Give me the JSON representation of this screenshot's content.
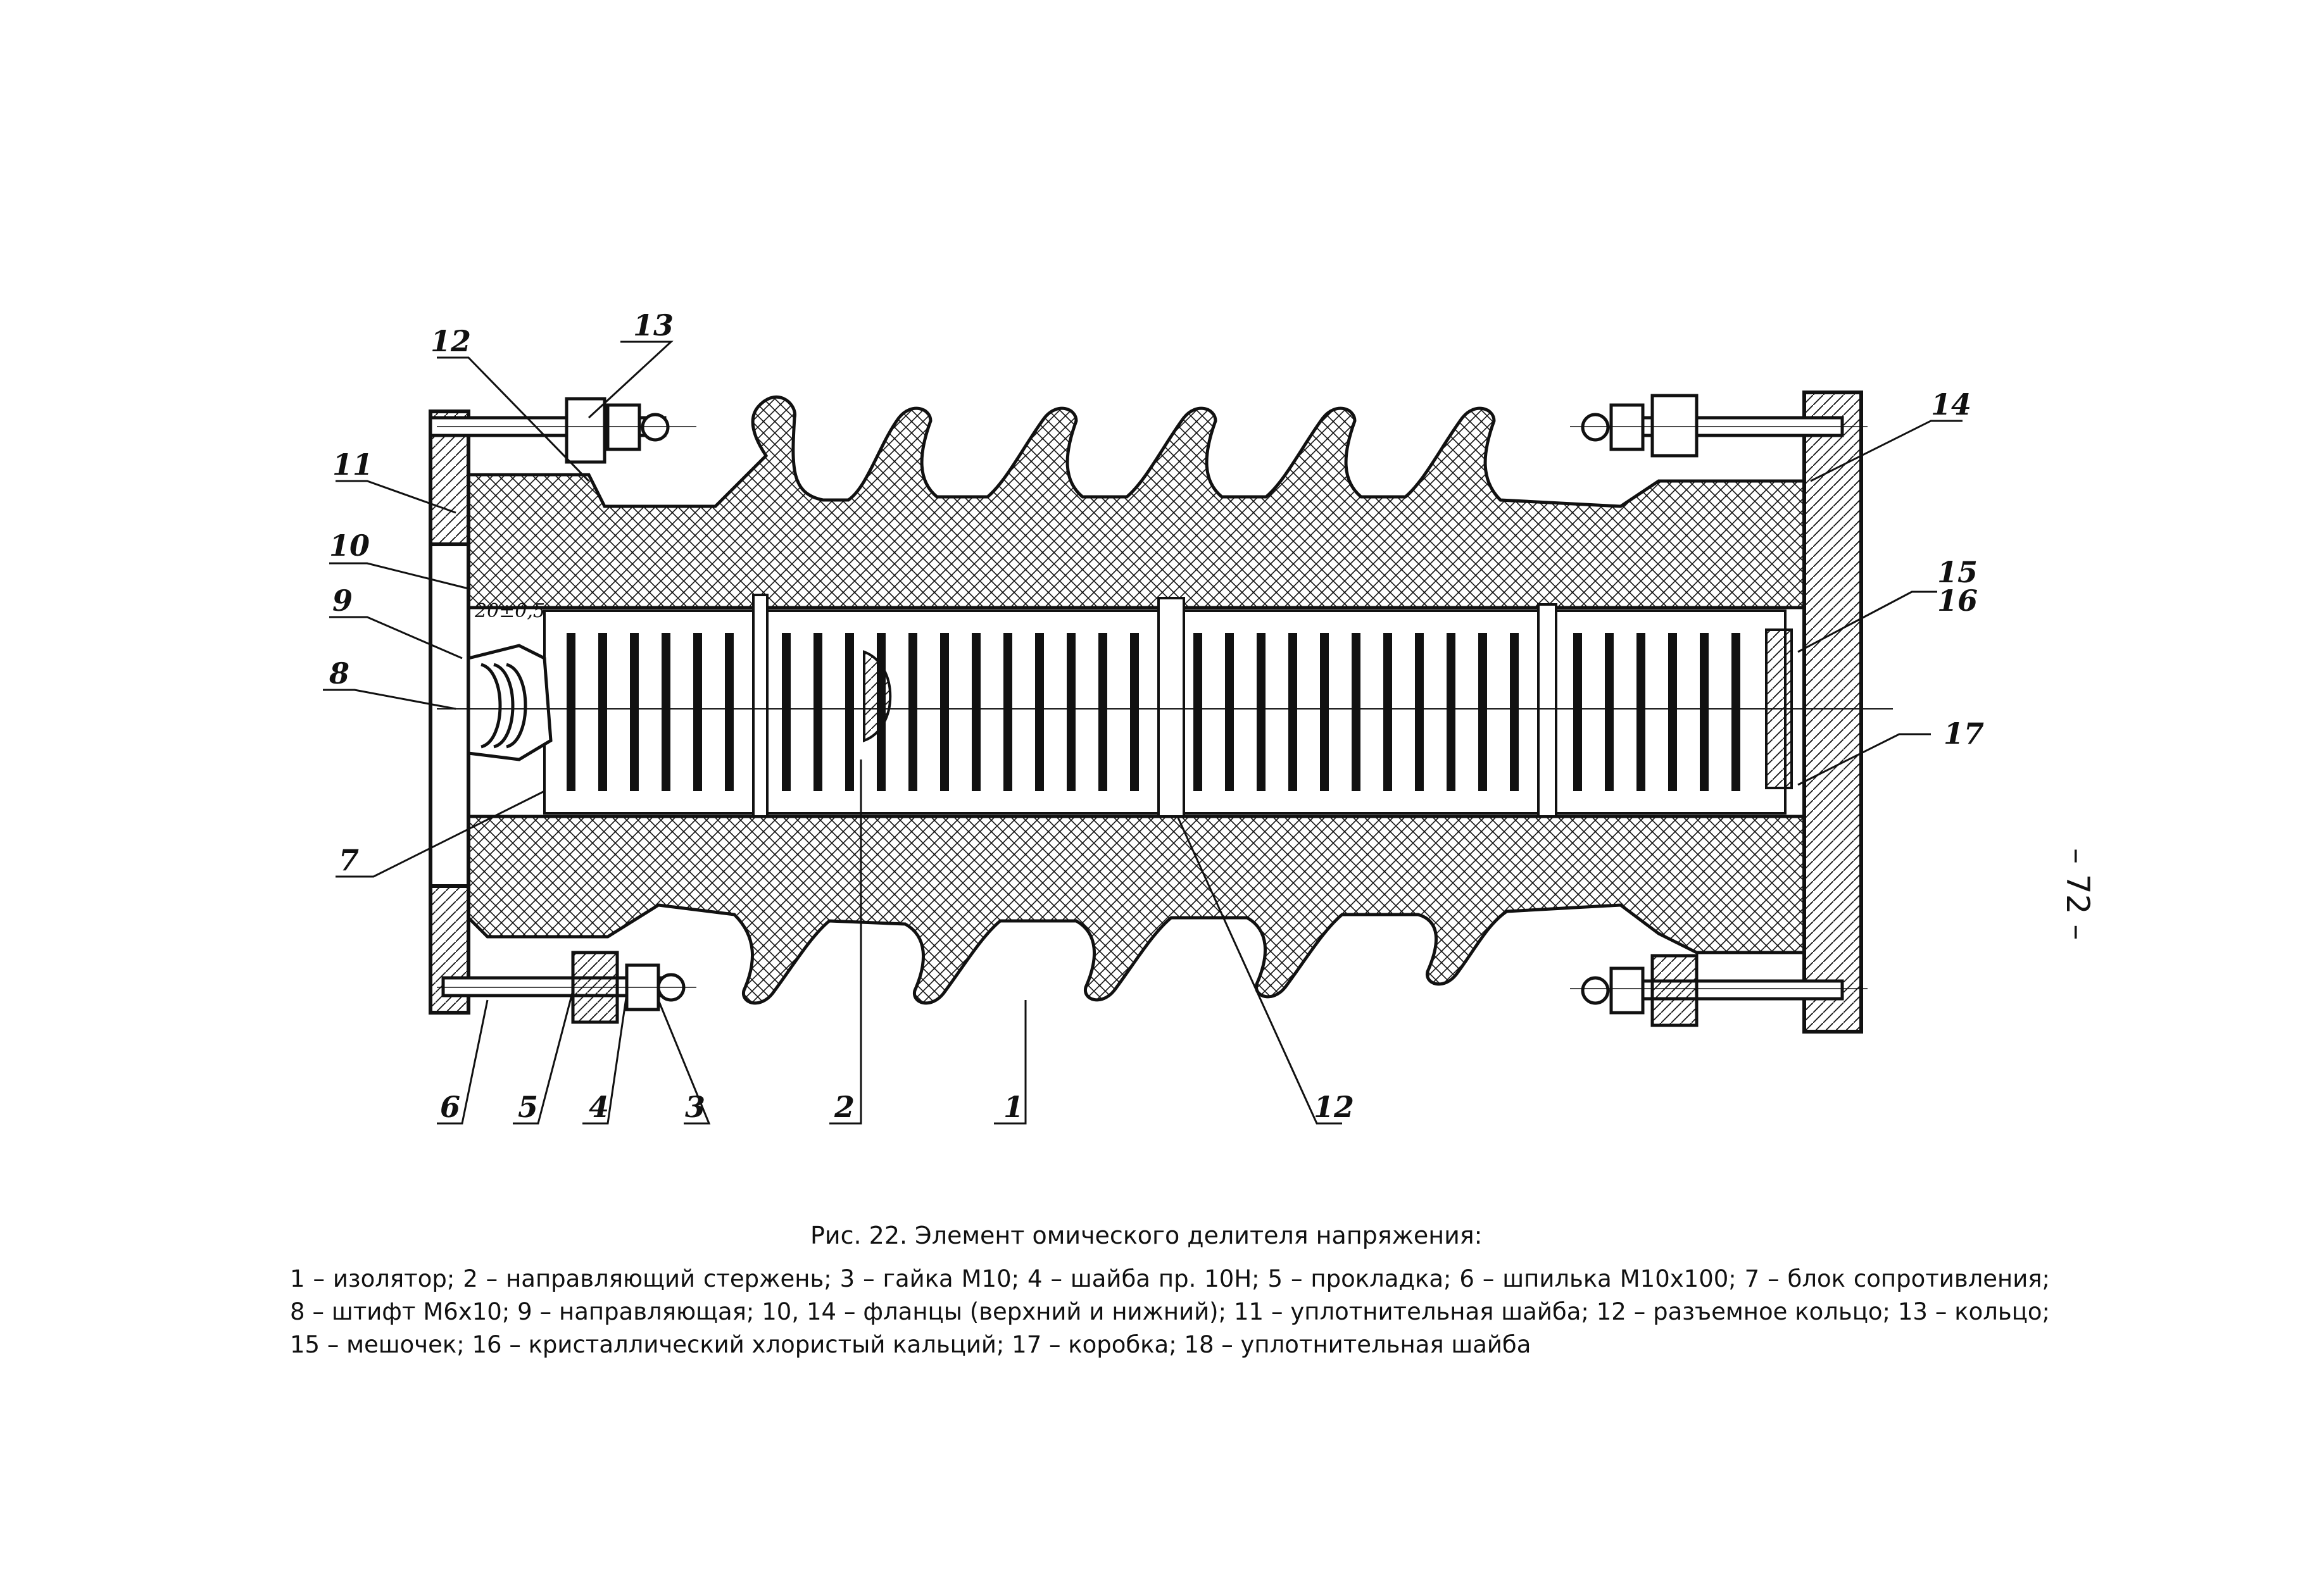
{
  "figure": {
    "caption": "Рис. 22. Элемент омического делителя напряжения:",
    "legend": "1 – изолятор; 2 – направляющий стержень; 3 – гайка М10; 4 – шайба пр. 10Н; 5 – прокладка; 6 – шпилька М10x100; 7 – блок сопротивления; 8 – штифт М6x10; 9 – направляющая; 10, 14 – фланцы (верхний и нижний); 11 – уплотнительная шайба; 12 – разъемное кольцо; 13 – кольцо; 15 – мешочек; 16 – кристаллический хлористый кальций; 17 – коробка; 18 – уплотнительная шайба",
    "page_number": "– 72 –",
    "dimension_mark": "20±0,5"
  },
  "callouts": [
    {
      "id": "c12-top",
      "label": "12"
    },
    {
      "id": "c13",
      "label": "13"
    },
    {
      "id": "c11",
      "label": "11"
    },
    {
      "id": "c10",
      "label": "10"
    },
    {
      "id": "c9",
      "label": "9"
    },
    {
      "id": "c8",
      "label": "8"
    },
    {
      "id": "c7",
      "label": "7"
    },
    {
      "id": "c6",
      "label": "6"
    },
    {
      "id": "c5",
      "label": "5"
    },
    {
      "id": "c4",
      "label": "4"
    },
    {
      "id": "c3",
      "label": "3"
    },
    {
      "id": "c2",
      "label": "2"
    },
    {
      "id": "c1",
      "label": "1"
    },
    {
      "id": "c12-bottom",
      "label": "12"
    },
    {
      "id": "c14",
      "label": "14"
    },
    {
      "id": "c15",
      "label": "15"
    },
    {
      "id": "c16",
      "label": "16"
    },
    {
      "id": "c17",
      "label": "17"
    }
  ],
  "colors": {
    "ink": "#111111",
    "paper": "#ffffff"
  }
}
